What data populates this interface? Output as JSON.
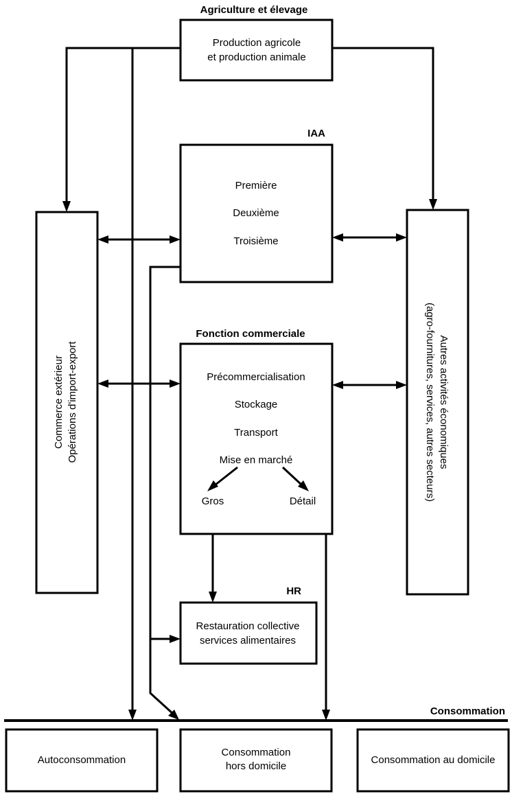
{
  "agriculture": {
    "heading": "Agriculture et élevage",
    "line1": "Production agricole",
    "line2": "et production animale"
  },
  "iaa": {
    "heading": "IAA",
    "items": [
      "Première",
      "Deuxième",
      "Troisième"
    ]
  },
  "commerce": {
    "line1": "Commerce extérieur",
    "line2": "Opérations d'import-export"
  },
  "autres": {
    "line1": "Autres activités économiques",
    "line2": "(agro-fournitures, services, autres secteurs)"
  },
  "fonction": {
    "heading": "Fonction commerciale",
    "items": [
      "Précommercialisation",
      "Stockage",
      "Transport",
      "Mise en marché"
    ],
    "gros": "Gros",
    "detail": "Détail"
  },
  "hr": {
    "heading": "HR",
    "line1": "Restauration collective",
    "line2": "services alimentaires"
  },
  "consommation": {
    "heading": "Consommation",
    "auto": "Autoconsommation",
    "hors_line1": "Consommation",
    "hors_line2": "hors domicile",
    "domicile": "Consommation au domicile"
  }
}
